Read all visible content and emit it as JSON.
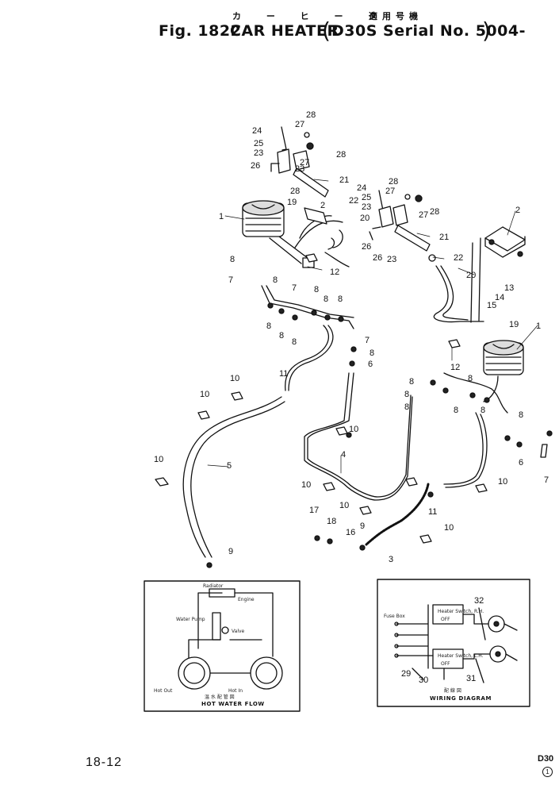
{
  "header": {
    "kana_car_heater": "カ ー ヒ ー タ",
    "kana_serial": "適用号機",
    "fig_label": "Fig. 1822",
    "title": "CAR HEATER",
    "model_serial": "D30S Serial No. 5004-"
  },
  "callouts": [
    "1",
    "1",
    "2",
    "2",
    "3",
    "4",
    "5",
    "6",
    "6",
    "7",
    "7",
    "7",
    "7",
    "8",
    "8",
    "8",
    "8",
    "8",
    "8",
    "8",
    "8",
    "8",
    "8",
    "8",
    "8",
    "8",
    "8",
    "8",
    "8",
    "9",
    "9",
    "10",
    "10",
    "10",
    "10",
    "10",
    "10",
    "10",
    "10",
    "11",
    "11",
    "12",
    "12",
    "13",
    "14",
    "15",
    "16",
    "17",
    "18",
    "19",
    "19",
    "20",
    "20",
    "21",
    "21",
    "22",
    "22",
    "23",
    "23",
    "23",
    "23",
    "24",
    "24",
    "25",
    "25",
    "26",
    "26",
    "26",
    "27",
    "27",
    "27",
    "27",
    "28",
    "28",
    "28",
    "28",
    "28",
    "29",
    "30",
    "31",
    "32"
  ],
  "insets": {
    "hot_water_flow": {
      "title_kana": "温 水 配 管 図",
      "title": "HOT WATER FLOW",
      "label_radiator": "Radiator",
      "label_engine": "Engine",
      "label_pump": "Water Pump",
      "label_valve": "Valve",
      "label_hot_out": "Hot Out",
      "label_hot_in": "Hot In"
    },
    "wiring_diagram": {
      "title_kana": "配 線 図",
      "title": "WIRING DIAGRAM",
      "callout_29": "29",
      "callout_30": "30",
      "callout_31": "31",
      "callout_32": "32",
      "label_heater_switch_rh": "Heater Switch, R.H.",
      "label_heater_switch_lh": "Heater Switch, L.H.",
      "label_fuse": "Fuse Box",
      "label_off": "OFF"
    }
  },
  "footer": {
    "page_number": "18-12",
    "model_code": "D30",
    "revision": "1"
  }
}
